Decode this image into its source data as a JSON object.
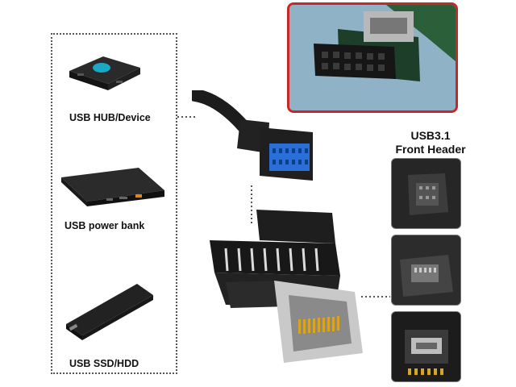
{
  "devices": [
    {
      "label": "USB HUB/Device",
      "icon": "usb-hub-icon"
    },
    {
      "label": "USB power bank",
      "icon": "power-bank-icon"
    },
    {
      "label": "USB SSD/HDD",
      "icon": "ssd-enclosure-icon"
    }
  ],
  "front_header": {
    "line1": "USB3.1",
    "line2": "Front Header"
  },
  "colors": {
    "inset_border": "#c62828",
    "connector_blue": "#2a6fd6",
    "pcb_black": "#1b1b1b"
  }
}
